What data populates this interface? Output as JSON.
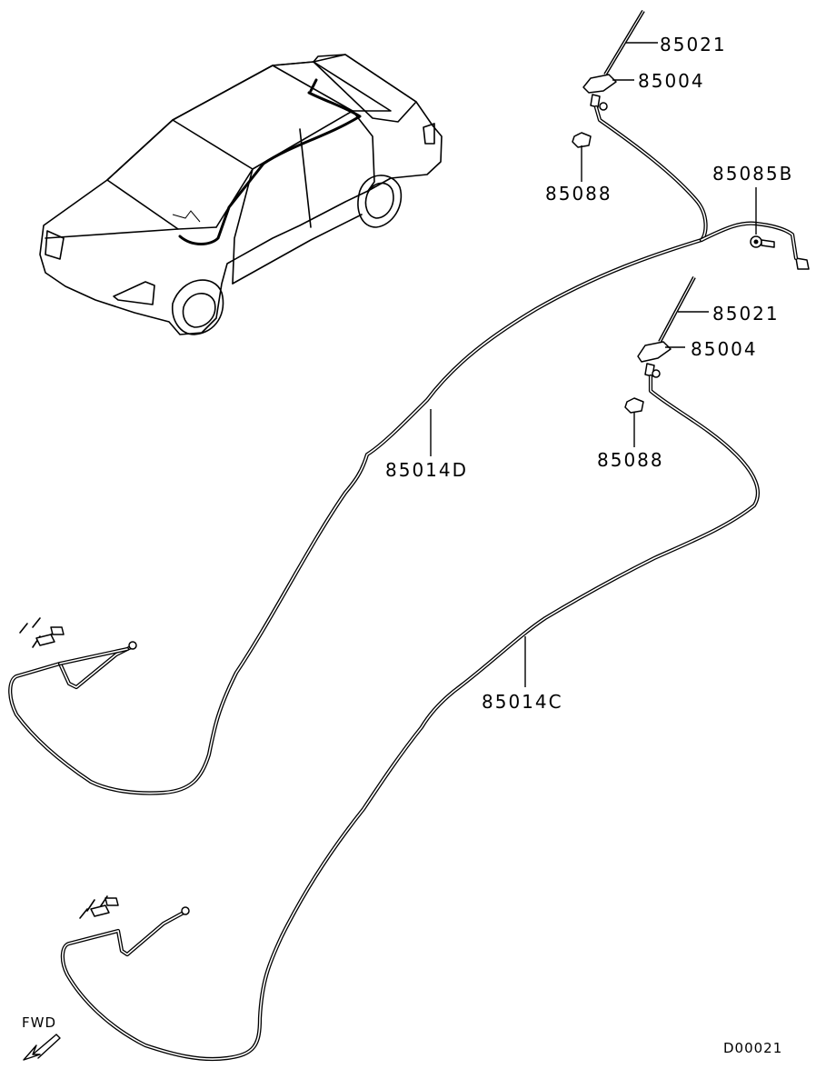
{
  "labels": {
    "antenna_upper": "85021",
    "base_upper": "85004",
    "grommet_upper": "85088",
    "bolt": "85085B",
    "antenna_lower": "85021",
    "base_lower": "85004",
    "cable_d": "85014D",
    "grommet_lower": "85088",
    "cable_c": "85014C",
    "fwd": "FWD",
    "diagram_id": "D00021"
  }
}
